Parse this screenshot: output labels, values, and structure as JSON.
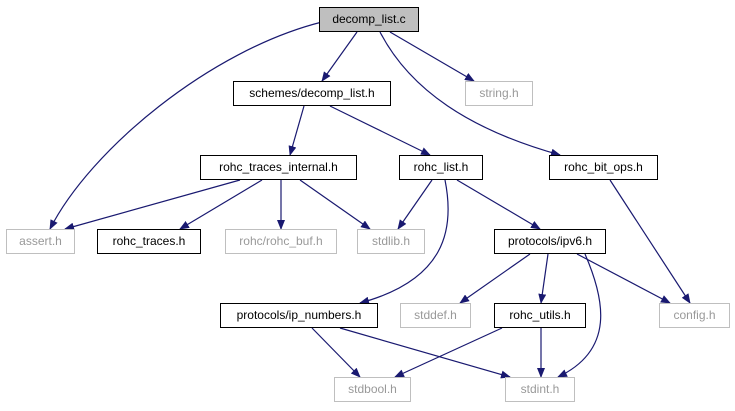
{
  "colors": {
    "edge": "#191970",
    "ext_border": "#bfbfbf",
    "ext_text": "#999999",
    "root_fill": "#bfbfbf"
  },
  "nodes": {
    "decomp_list_c": "decomp_list.c",
    "schemes_decomp_list_h": "schemes/decomp_list.h",
    "string_h": "string.h",
    "rohc_traces_internal_h": "rohc_traces_internal.h",
    "rohc_list_h": "rohc_list.h",
    "rohc_bit_ops_h": "rohc_bit_ops.h",
    "assert_h": "assert.h",
    "rohc_traces_h": "rohc_traces.h",
    "rohc_rohc_buf_h": "rohc/rohc_buf.h",
    "stdlib_h": "stdlib.h",
    "protocols_ipv6_h": "protocols/ipv6.h",
    "protocols_ip_numbers_h": "protocols/ip_numbers.h",
    "stddef_h": "stddef.h",
    "rohc_utils_h": "rohc_utils.h",
    "config_h": "config.h",
    "stdbool_h": "stdbool.h",
    "stdint_h": "stdint.h"
  }
}
